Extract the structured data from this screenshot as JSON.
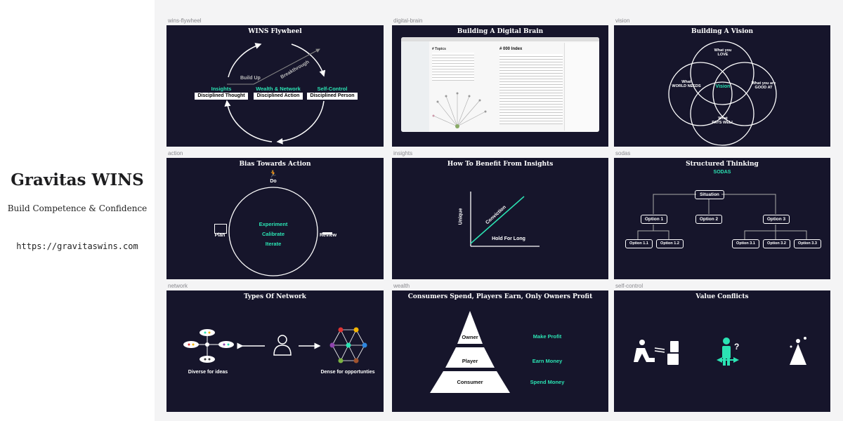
{
  "brand": {
    "title": "Gravitas WINS",
    "subtitle": "Build Competence & Confidence",
    "url": "https://gravitaswins.com"
  },
  "colors": {
    "accent": "#2be3b3",
    "slide_bg": "#16152b",
    "canvas_bg": "#f4f4f5"
  },
  "frames": [
    {
      "label": "wins-flywheel",
      "title": "WINS Flywheel"
    },
    {
      "label": "digital-brain",
      "title": "Building A Digital Brain"
    },
    {
      "label": "vision",
      "title": "Building A Vision"
    },
    {
      "label": "action",
      "title": "Bias Towards Action"
    },
    {
      "label": "insights",
      "title": "How To Benefit From Insights"
    },
    {
      "label": "sodas",
      "title": "Structured Thinking"
    },
    {
      "label": "network",
      "title": "Types Of Network"
    },
    {
      "label": "wealth",
      "title": "Consumers Spend, Players Earn, Only Owners Profit"
    },
    {
      "label": "self-control",
      "title": "Value Conflicts"
    }
  ],
  "flywheel": {
    "build_up": "Build Up",
    "breakthrough": "Breakthrough",
    "col1_title": "Insights",
    "col1_box": "Disciplined Thought",
    "col2_title": "Wealth & Network",
    "col2_box": "Disciplined Action",
    "col3_title": "Self-Control",
    "col3_box": "Disciplined Person"
  },
  "brain": {
    "doc_title": "# 000 Index",
    "topics": "# Topics"
  },
  "vision": {
    "love_1": "What you",
    "love_2": "LOVE",
    "good_1": "What you are",
    "good_2": "GOOD AT",
    "needs_1": "What",
    "needs_2": "WORLD NEEDS",
    "paid_1": "What",
    "paid_2": "PAYS WELL",
    "center": "Vision"
  },
  "action": {
    "do": "Do",
    "plan": "Plan",
    "review": "Review",
    "steps": [
      "Experiment",
      "Calibrate",
      "Iterate"
    ]
  },
  "insights": {
    "y_label": "Unique",
    "diag": "Conviction",
    "x_label": "Hold For Long"
  },
  "sodas": {
    "subtitle": "SODAS",
    "root": "Situation",
    "options": [
      "Option 1",
      "Option 2",
      "Option 3"
    ],
    "sub_options": [
      "Option 1.1",
      "Option 1.2",
      "Option 3.1",
      "Option 3.2",
      "Option 3.3"
    ]
  },
  "network": {
    "left_caption": "Diverse for ideas",
    "right_caption": "Dense for opportunties"
  },
  "wealth": {
    "levels": [
      "Owner",
      "Player",
      "Consumer"
    ],
    "outcomes": [
      "Make Profit",
      "Earn Money",
      "Spend Money"
    ]
  }
}
